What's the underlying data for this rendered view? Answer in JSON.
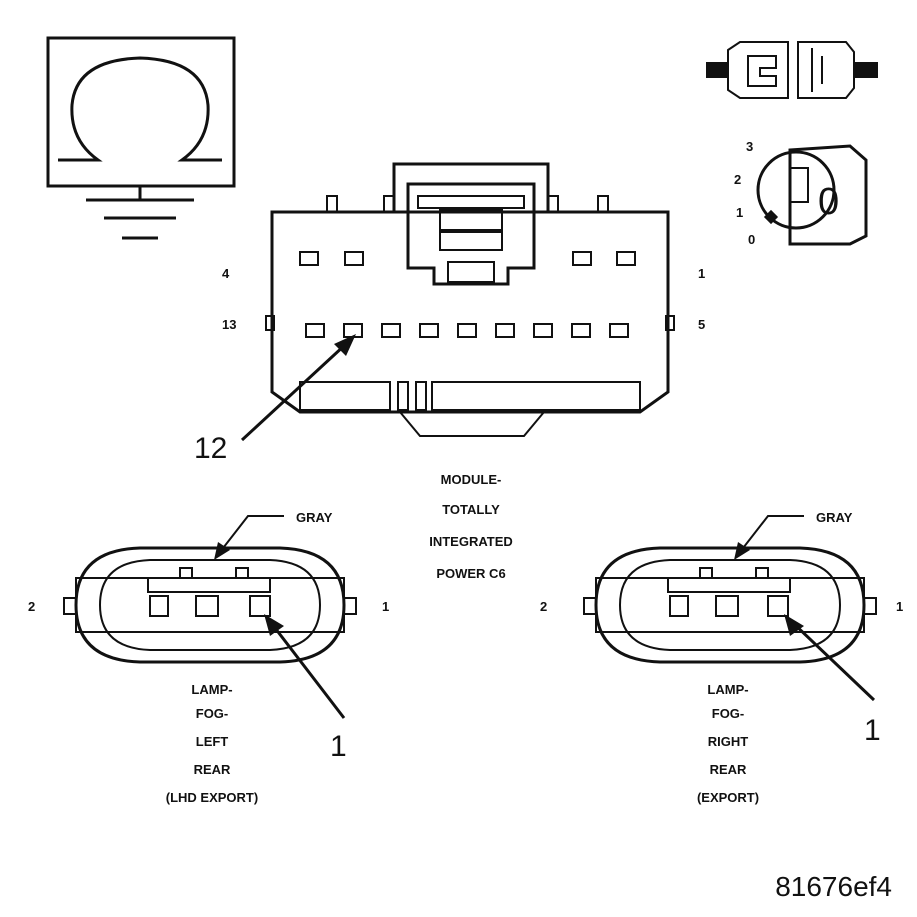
{
  "module": {
    "name_lines": [
      "MODULE-",
      "TOTALLY",
      "INTEGRATED",
      "POWER C6"
    ],
    "pins": {
      "top_left": "4",
      "top_right": "1",
      "bottom_left": "13",
      "bottom_right": "5"
    },
    "callout": "12"
  },
  "left_connector": {
    "color": "GRAY",
    "pin_left": "2",
    "pin_right": "1",
    "callout": "1",
    "name_lines": [
      "LAMP-",
      "FOG-",
      "LEFT",
      "REAR",
      "(LHD EXPORT)"
    ]
  },
  "right_connector": {
    "color": "GRAY",
    "pin_left": "2",
    "pin_right": "1",
    "callout": "1",
    "name_lines": [
      "LAMP-",
      "FOG-",
      "RIGHT",
      "REAR",
      "(EXPORT)"
    ]
  },
  "ignition": {
    "positions": [
      "3",
      "2",
      "1",
      "0"
    ],
    "key_label": "0"
  },
  "figure_id": "81676ef4",
  "icons": [
    "ohm-ground-icon",
    "connector-plug-icon",
    "ignition-key-icon"
  ]
}
